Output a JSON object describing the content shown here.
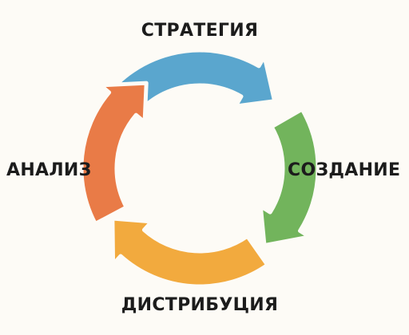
{
  "diagram": {
    "type": "cycle",
    "stages": [
      {
        "id": "top",
        "label": "СТРАТЕГИЯ",
        "color": "#5aa6ce"
      },
      {
        "id": "right",
        "label": "СОЗДАНИЕ",
        "color": "#72b45c"
      },
      {
        "id": "bottom",
        "label": "ДИСТРИБУЦИЯ",
        "color": "#f2aa3e"
      },
      {
        "id": "left",
        "label": "АНАЛИЗ",
        "color": "#e97b47"
      }
    ],
    "background": "#fdfbf6",
    "direction": "clockwise"
  }
}
